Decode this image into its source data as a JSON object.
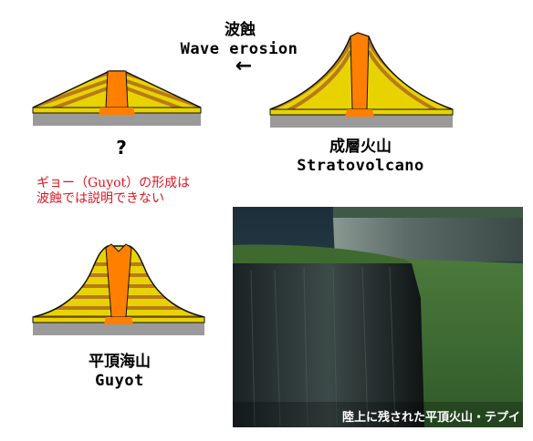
{
  "colors": {
    "outline": "#111111",
    "layer_yellow": "#e8d300",
    "layer_brown": "#b87a1a",
    "magma": "#ff7f00",
    "base": "#9a9a9a",
    "text_red": "#e0141e"
  },
  "labels": {
    "erosion_jp": "波蝕",
    "erosion_en": "Wave erosion",
    "arrow": "←",
    "question": "?",
    "strato_jp": "成層火山",
    "strato_en": "Stratovolcano",
    "guyot_jp": "平頂海山",
    "guyot_en": "Guyot",
    "note_line1": "ギョー（Guyot）の形成は",
    "note_line2": "波蝕では説明できない",
    "photo_caption": "陸上に残された平頂火山・テプイ"
  }
}
